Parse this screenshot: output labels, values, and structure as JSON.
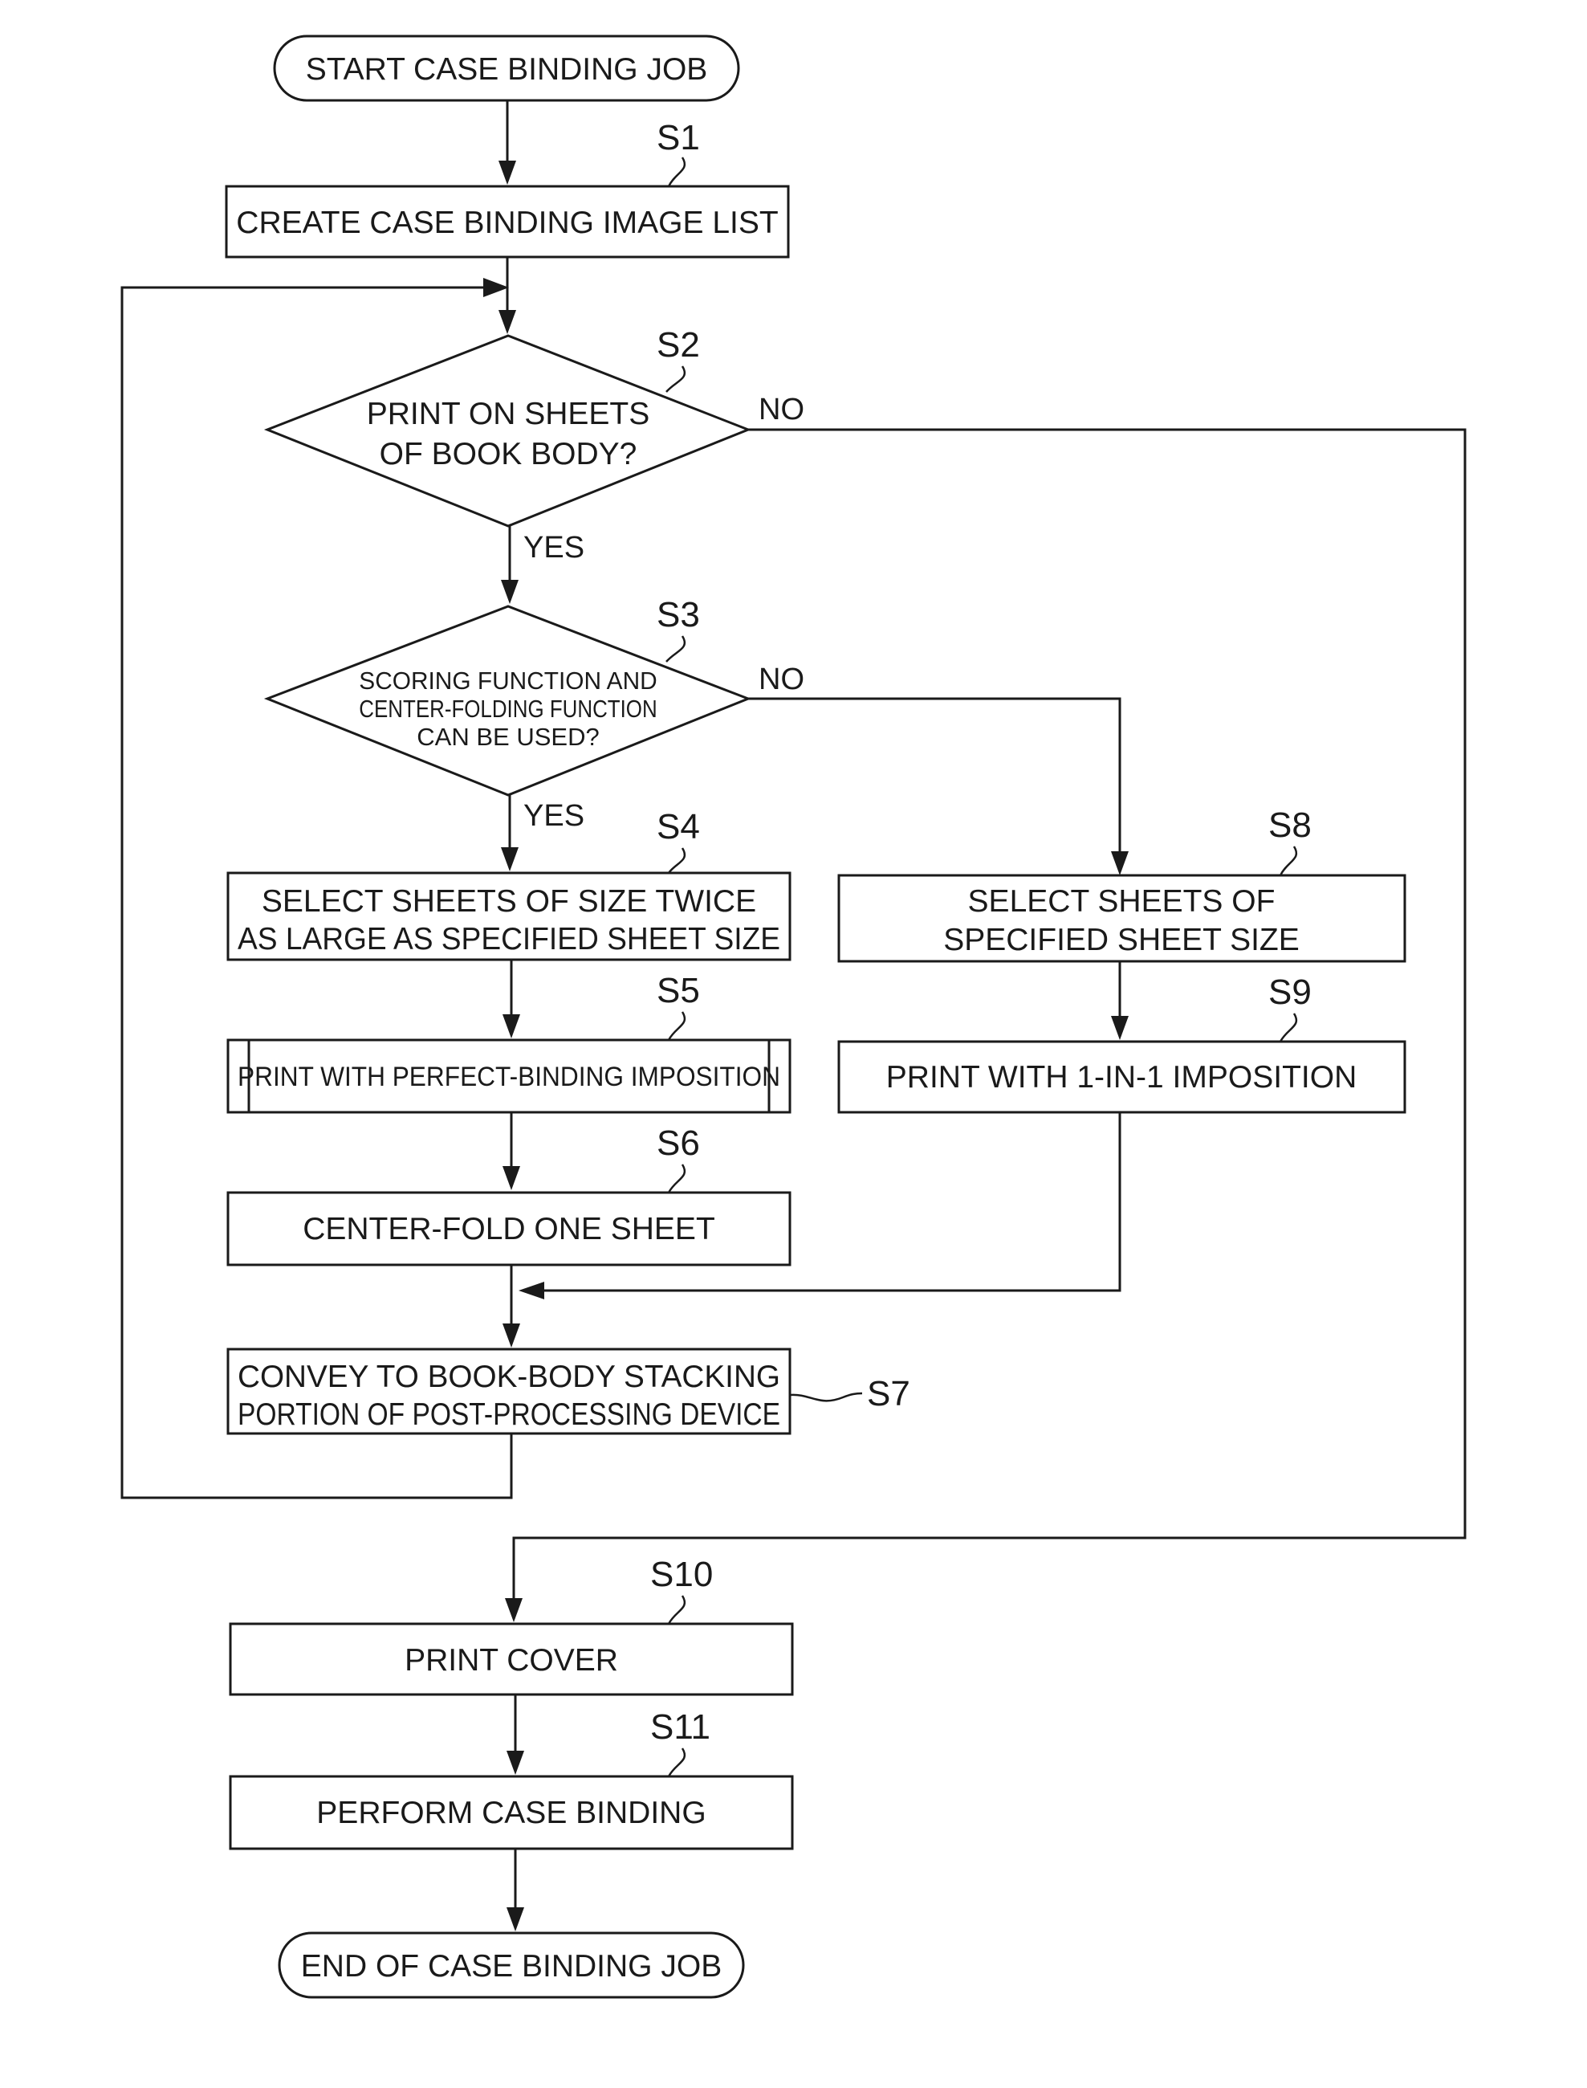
{
  "nodes": {
    "start": {
      "text": "START CASE BINDING JOB"
    },
    "s1": {
      "step": "S1",
      "text": "CREATE CASE BINDING IMAGE LIST"
    },
    "s2": {
      "step": "S2",
      "line1": "PRINT ON SHEETS",
      "line2": "OF BOOK BODY?"
    },
    "s3": {
      "step": "S3",
      "line1": "SCORING FUNCTION AND",
      "line2": "CENTER-FOLDING FUNCTION",
      "line3": "CAN BE USED?"
    },
    "s4": {
      "step": "S4",
      "line1": "SELECT SHEETS OF SIZE TWICE",
      "line2": "AS LARGE AS SPECIFIED SHEET SIZE"
    },
    "s5": {
      "step": "S5",
      "text": "PRINT WITH PERFECT-BINDING IMPOSITION"
    },
    "s6": {
      "step": "S6",
      "text": "CENTER-FOLD ONE SHEET"
    },
    "s7": {
      "step": "S7",
      "line1": "CONVEY TO BOOK-BODY STACKING",
      "line2": "PORTION OF POST-PROCESSING DEVICE"
    },
    "s8": {
      "step": "S8",
      "line1": "SELECT SHEETS OF",
      "line2": "SPECIFIED SHEET SIZE"
    },
    "s9": {
      "step": "S9",
      "text": "PRINT WITH 1-IN-1 IMPOSITION"
    },
    "s10": {
      "step": "S10",
      "text": "PRINT COVER"
    },
    "s11": {
      "step": "S11",
      "text": "PERFORM CASE BINDING"
    },
    "end": {
      "text": "END OF CASE BINDING JOB"
    }
  },
  "branches": {
    "s2_no": "NO",
    "s2_yes": "YES",
    "s3_no": "NO",
    "s3_yes": "YES"
  }
}
